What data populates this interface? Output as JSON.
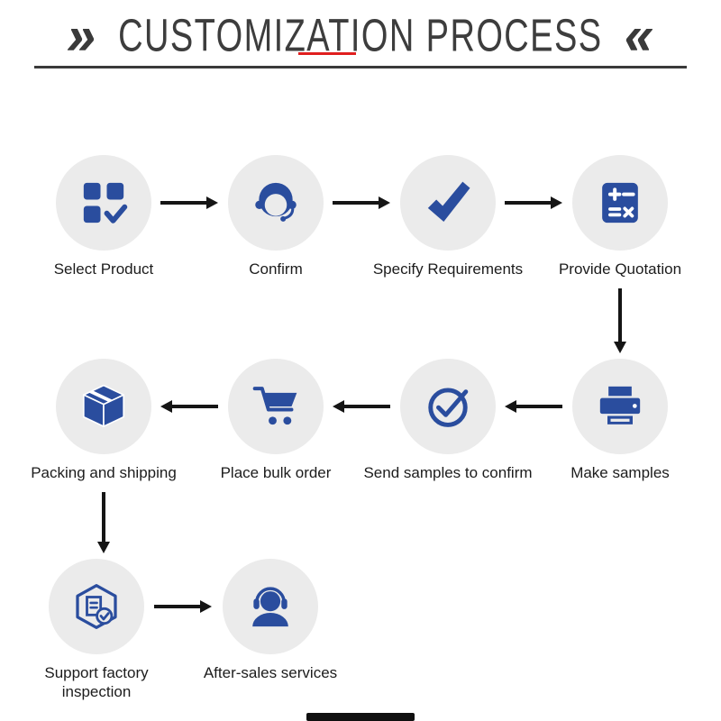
{
  "title": {
    "text": "CUSTOMIZATION PROCESS",
    "left_mark": "»",
    "right_mark": "«"
  },
  "colors": {
    "icon_blue": "#2a4d9e",
    "circle_bg": "#ebebeb",
    "arrow": "#151515",
    "title": "#3d3d3d",
    "underline_red": "#e01f1f"
  },
  "steps": [
    {
      "label": "Select Product",
      "icon": "product-grid-check-icon"
    },
    {
      "label": "Confirm",
      "icon": "customer-service-icon"
    },
    {
      "label": "Specify Requirements",
      "icon": "checkmark-icon"
    },
    {
      "label": "Provide Quotation",
      "icon": "calculator-icon"
    },
    {
      "label": "Make samples",
      "icon": "printer-icon"
    },
    {
      "label": "Send samples to confirm",
      "icon": "check-circle-icon"
    },
    {
      "label": "Place bulk order",
      "icon": "shopping-cart-icon"
    },
    {
      "label": "Packing and shipping",
      "icon": "package-box-icon"
    },
    {
      "label": "Support factory inspection",
      "icon": "factory-inspection-icon"
    },
    {
      "label": "After-sales services",
      "icon": "headset-person-icon"
    }
  ]
}
